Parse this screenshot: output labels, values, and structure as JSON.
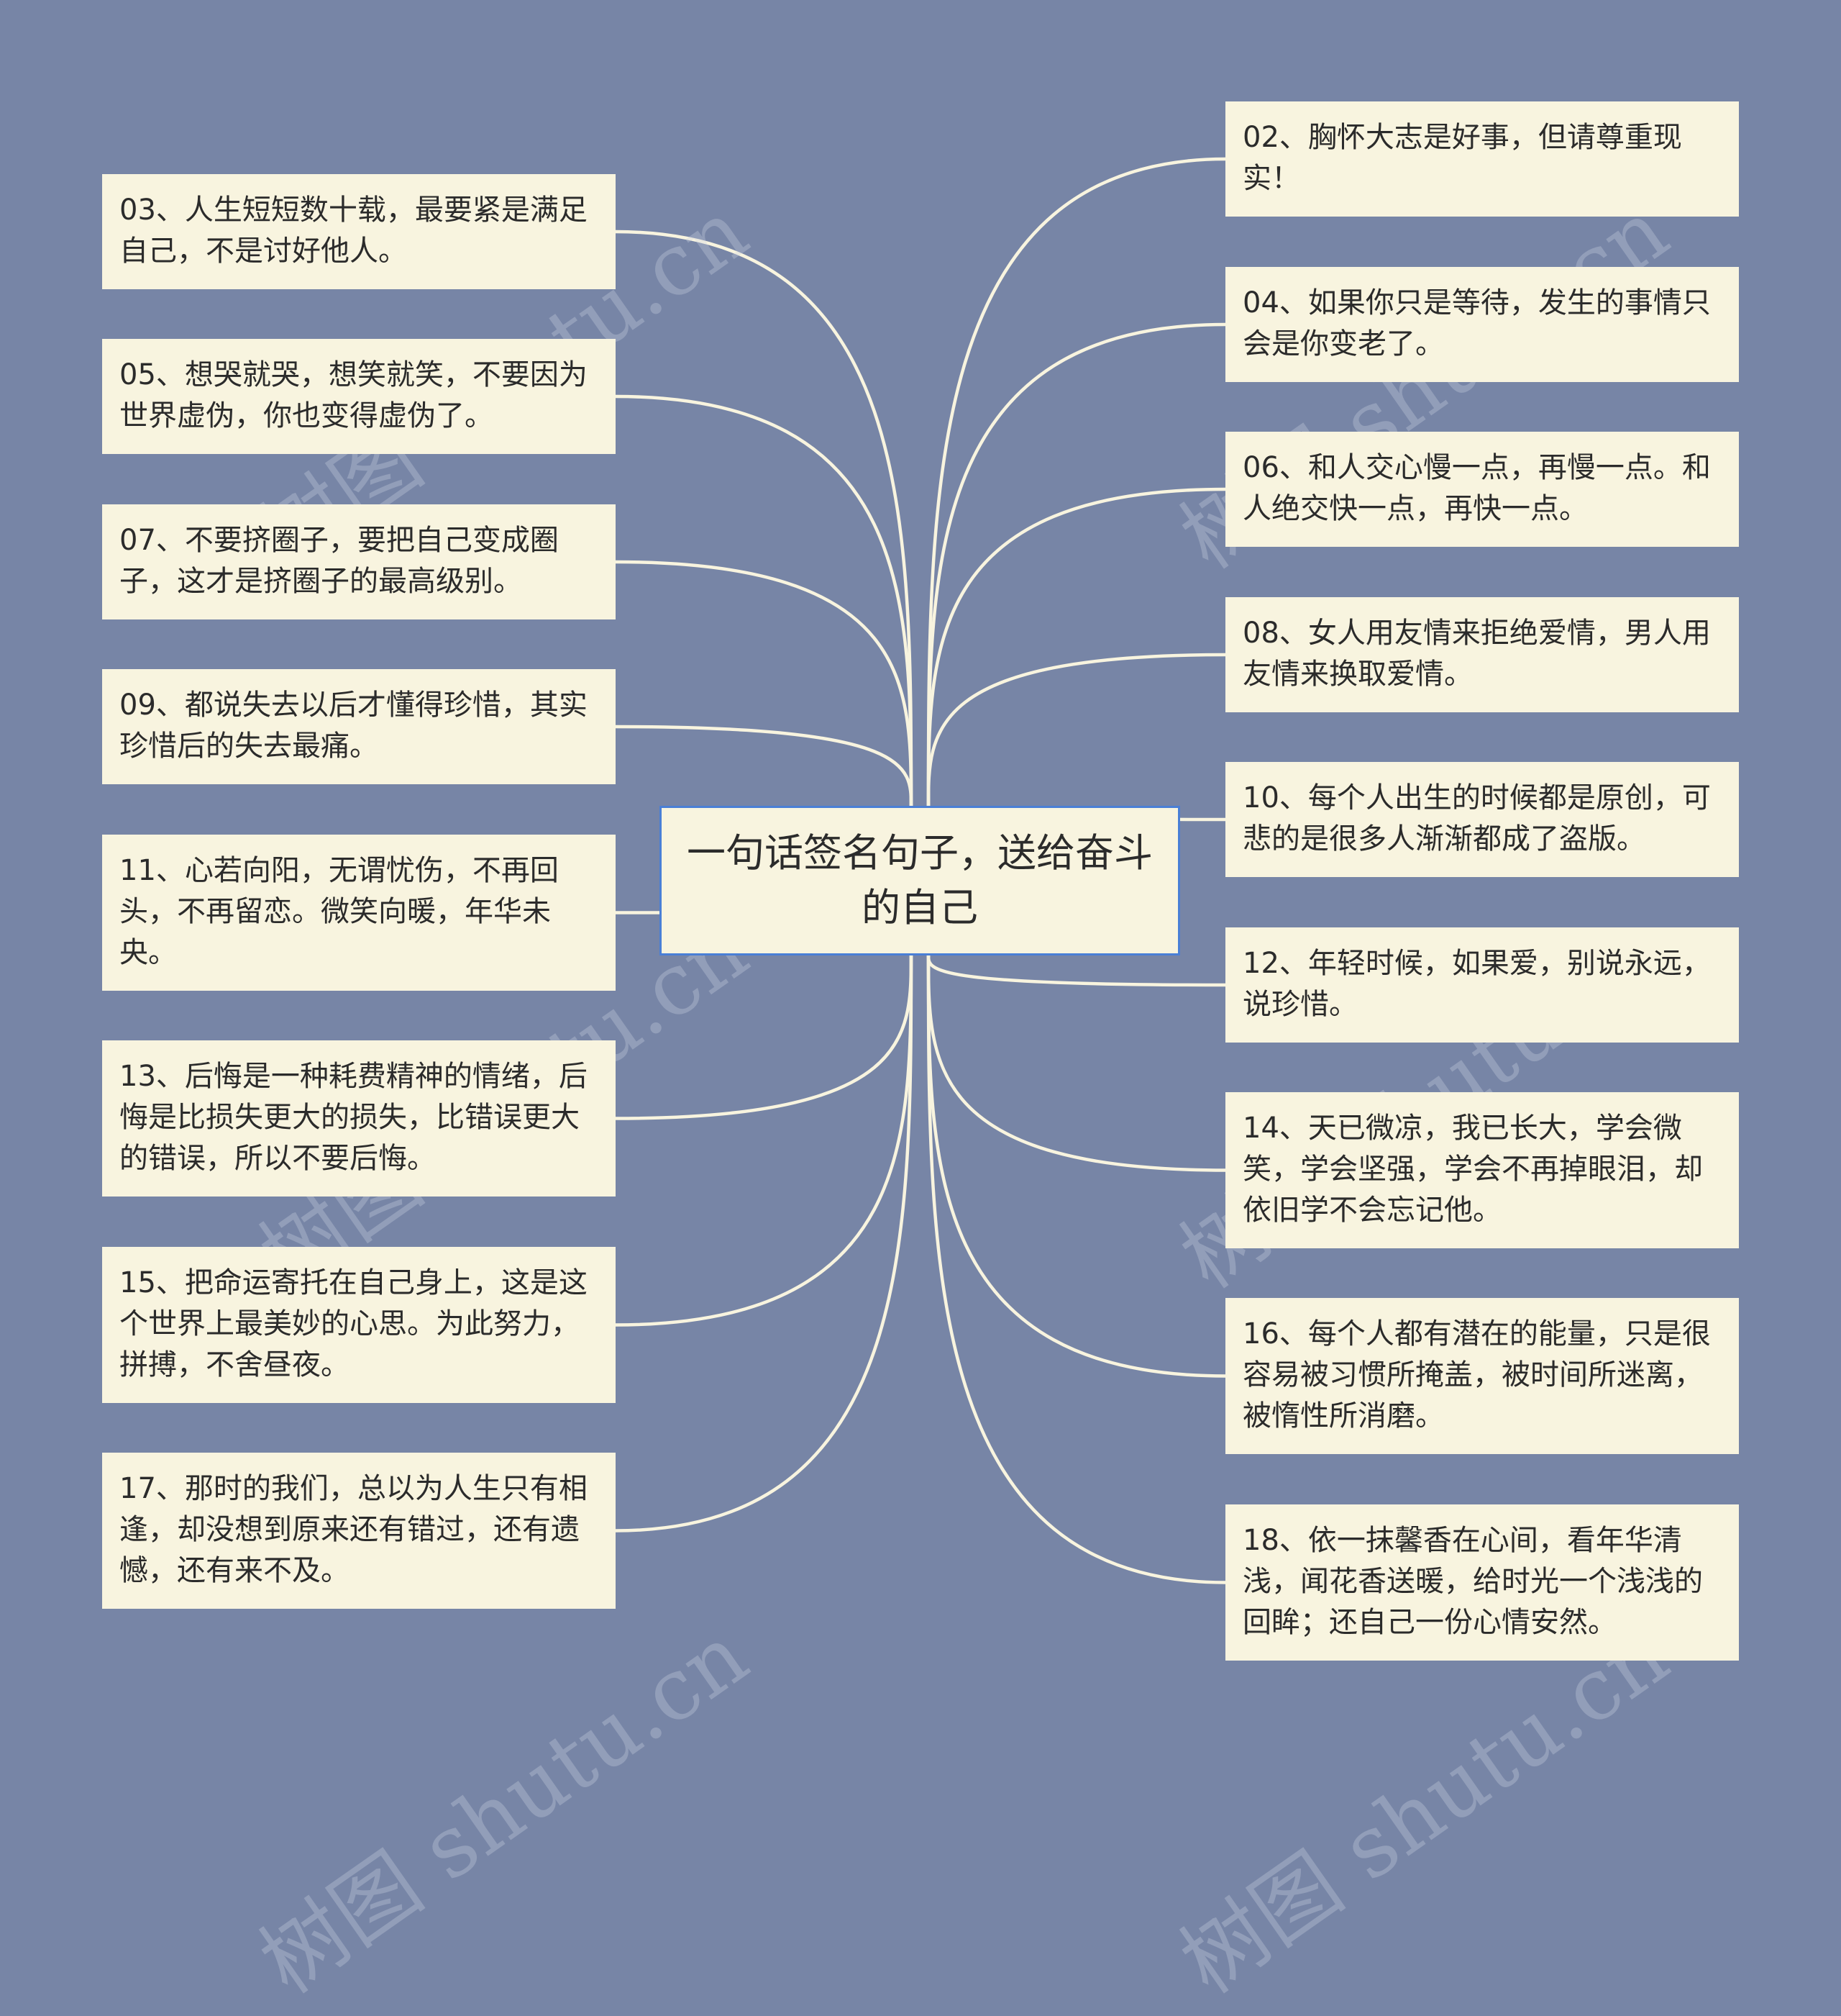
{
  "center": {
    "text": "一句话签名句子，送给奋斗的自己"
  },
  "left_nodes": [
    {
      "id": "03",
      "text": "03、人生短短数十载，最要紧是满足自己，不是讨好他人。"
    },
    {
      "id": "05",
      "text": "05、想哭就哭，想笑就笑，不要因为世界虚伪，你也变得虚伪了。"
    },
    {
      "id": "07",
      "text": "07、不要挤圈子，要把自己变成圈子，这才是挤圈子的最高级别。"
    },
    {
      "id": "09",
      "text": "09、都说失去以后才懂得珍惜，其实珍惜后的失去最痛。"
    },
    {
      "id": "11",
      "text": "11、心若向阳，无谓忧伤，不再回头，不再留恋。微笑向暖，年华未央。"
    },
    {
      "id": "13",
      "text": "13、后悔是一种耗费精神的情绪，后悔是比损失更大的损失，比错误更大的错误，所以不要后悔。"
    },
    {
      "id": "15",
      "text": "15、把命运寄托在自己身上，这是这个世界上最美妙的心思。为此努力，拼搏，不舍昼夜。"
    },
    {
      "id": "17",
      "text": "17、那时的我们，总以为人生只有相逢，却没想到原来还有错过，还有遗憾，还有来不及。"
    }
  ],
  "right_nodes": [
    {
      "id": "02",
      "text": "02、胸怀大志是好事，但请尊重现实！"
    },
    {
      "id": "04",
      "text": "04、如果你只是等待，发生的事情只会是你变老了。"
    },
    {
      "id": "06",
      "text": "06、和人交心慢一点，再慢一点。和人绝交快一点，再快一点。"
    },
    {
      "id": "08",
      "text": "08、女人用友情来拒绝爱情，男人用友情来换取爱情。"
    },
    {
      "id": "10",
      "text": "10、每个人出生的时候都是原创，可悲的是很多人渐渐都成了盗版。"
    },
    {
      "id": "12",
      "text": "12、年轻时候，如果爱，别说永远，说珍惜。"
    },
    {
      "id": "14",
      "text": "14、天已微凉，我已长大，学会微笑，学会坚强，学会不再掉眼泪，却依旧学不会忘记他。"
    },
    {
      "id": "16",
      "text": "16、每个人都有潜在的能量，只是很容易被习惯所掩盖，被时间所迷离，被惰性所消磨。"
    },
    {
      "id": "18",
      "text": "18、依一抹馨香在心间，看年华清浅，闻花香送暖，给时光一个浅浅的回眸；还自己一份心情安然。"
    }
  ],
  "watermark": {
    "text": "树图 shutu.cn"
  },
  "colors": {
    "background": "#7785a6",
    "node_fill": "#f8f4df",
    "connector": "#f8f4df",
    "center_border": "#4a7fd6"
  }
}
